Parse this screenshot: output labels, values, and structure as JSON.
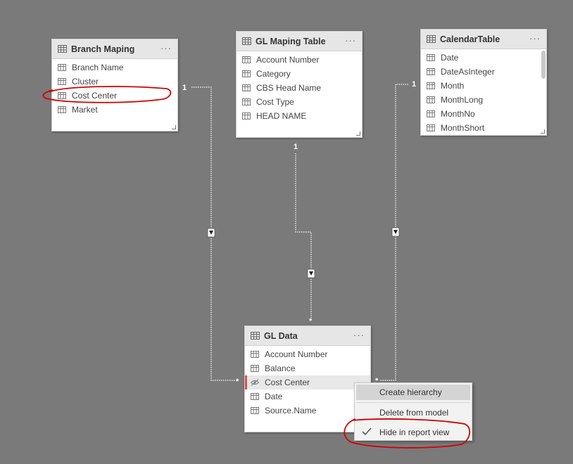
{
  "tables": {
    "branch": {
      "title": "Branch Maping",
      "more": "···",
      "fields": [
        "Branch Name",
        "Cluster",
        "Cost Center",
        "Market"
      ]
    },
    "glmap": {
      "title": "GL Maping Table",
      "more": "···",
      "fields": [
        "Account Number",
        "Category",
        "CBS Head Name",
        "Cost Type",
        "HEAD NAME"
      ]
    },
    "calendar": {
      "title": "CalendarTable",
      "more": "···",
      "fields": [
        "Date",
        "DateAsInteger",
        "Month",
        "MonthLong",
        "MonthNo",
        "MonthShort"
      ]
    },
    "gldata": {
      "title": "GL Data",
      "more": "···",
      "fields": [
        "Account Number",
        "Balance",
        "Cost Center",
        "Date",
        "Source.Name"
      ]
    }
  },
  "relationships": {
    "branch_to_gldata": {
      "from": "1",
      "to": "*"
    },
    "glmap_to_gldata": {
      "from": "1",
      "to": "*"
    },
    "calendar_to_gldata": {
      "from": "1",
      "to": "*"
    }
  },
  "context_menu": {
    "items": [
      "Create hierarchy",
      "Delete from model",
      "Hide in report view"
    ]
  },
  "icons": {
    "table": "table-icon",
    "field": "column-icon",
    "hidden_field": "eye-hidden-icon",
    "more": "ellipsis-icon",
    "check": "checkmark-icon",
    "filter_arrow": "filter-direction-arrow-icon"
  },
  "colors": {
    "canvas": "#7a7a7a",
    "annotation": "#d40000",
    "line": "#ffffff"
  }
}
